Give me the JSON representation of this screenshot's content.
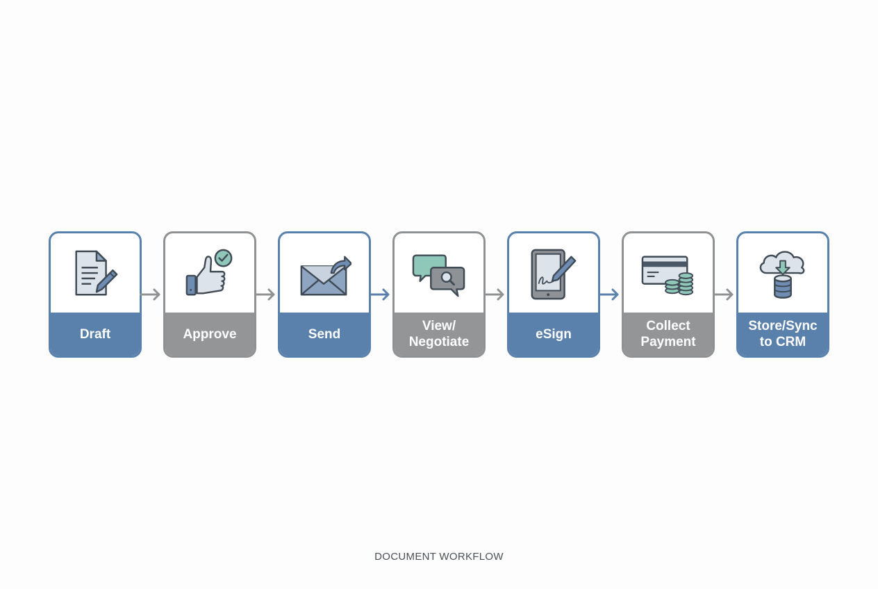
{
  "diagram": {
    "caption": "DOCUMENT WORKFLOW",
    "colors": {
      "blue": "#5a80ac",
      "gray": "#939597",
      "icon_outline": "#3f4a55",
      "icon_fill_light": "#dde3ea",
      "icon_teal": "#8fc8b8"
    },
    "steps": [
      {
        "label": "Draft",
        "icon": "document-pencil-icon",
        "color": "blue"
      },
      {
        "label": "Approve",
        "icon": "thumbs-up-check-icon",
        "color": "gray"
      },
      {
        "label": "Send",
        "icon": "envelope-send-icon",
        "color": "blue"
      },
      {
        "label": "View/ Negotiate",
        "icon": "chat-search-icon",
        "color": "gray"
      },
      {
        "label": "eSign",
        "icon": "tablet-signature-icon",
        "color": "blue"
      },
      {
        "label": "Collect Payment",
        "icon": "credit-card-coins-icon",
        "color": "gray"
      },
      {
        "label": "Store/Sync to CRM",
        "icon": "cloud-database-icon",
        "color": "blue"
      }
    ],
    "connectors": [
      {
        "from": "Draft",
        "to": "Approve",
        "color": "blue"
      },
      {
        "from": "Approve",
        "to": "Send",
        "color": "gray"
      },
      {
        "from": "Send",
        "to": "View/ Negotiate",
        "color": "blue"
      },
      {
        "from": "View/ Negotiate",
        "to": "eSign",
        "color": "gray"
      },
      {
        "from": "eSign",
        "to": "Collect Payment",
        "color": "blue"
      },
      {
        "from": "Collect Payment",
        "to": "Store/Sync to CRM",
        "color": "gray"
      }
    ]
  }
}
